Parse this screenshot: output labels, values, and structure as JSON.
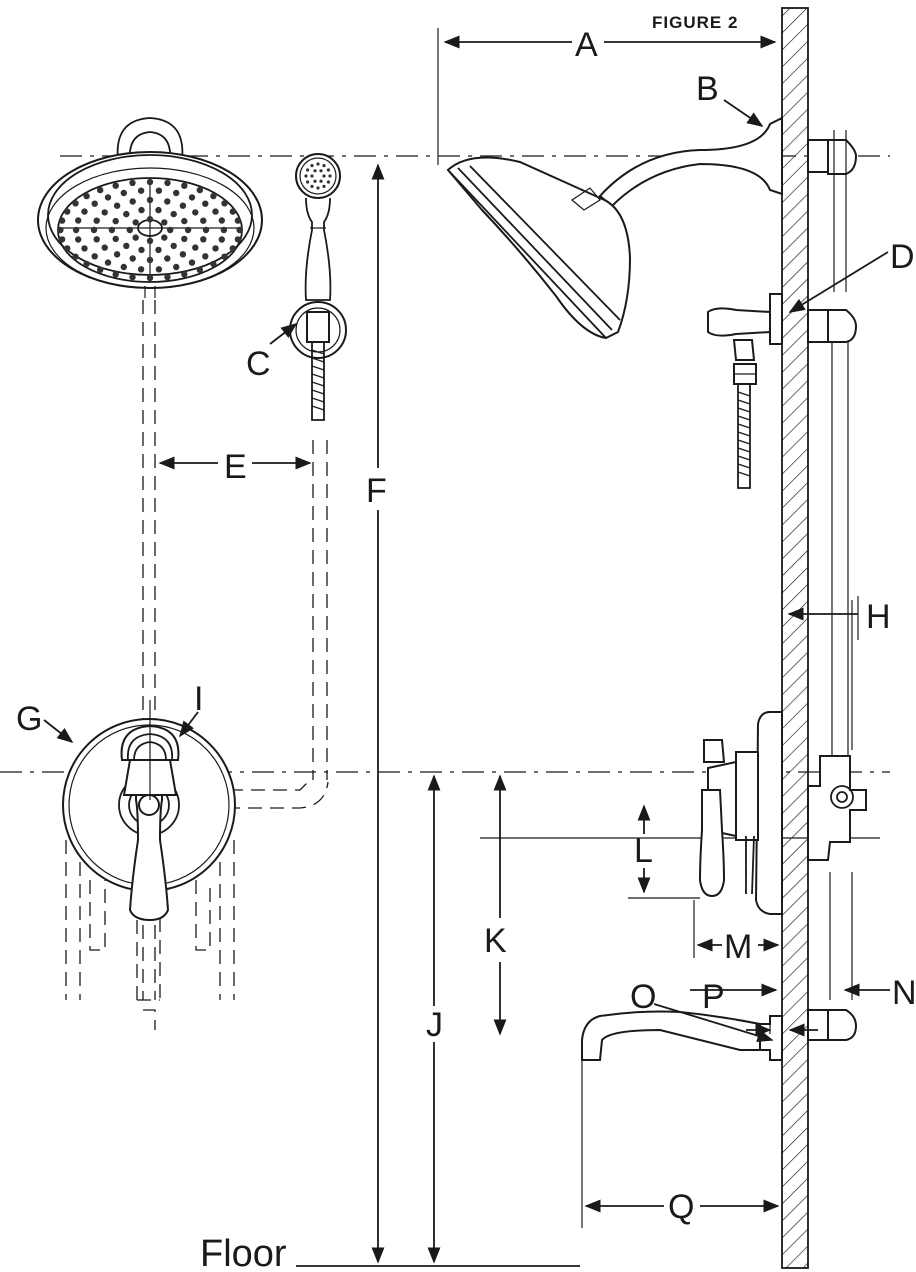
{
  "figure_title": "FIGURE 2",
  "floor_label": "Floor",
  "callouts": {
    "A": "A",
    "B": "B",
    "C": "C",
    "D": "D",
    "E": "E",
    "F": "F",
    "G": "G",
    "H": "H",
    "I": "I",
    "J": "J",
    "K": "K",
    "L": "L",
    "M": "M",
    "N": "N",
    "O": "O",
    "P": "P",
    "Q": "Q"
  }
}
